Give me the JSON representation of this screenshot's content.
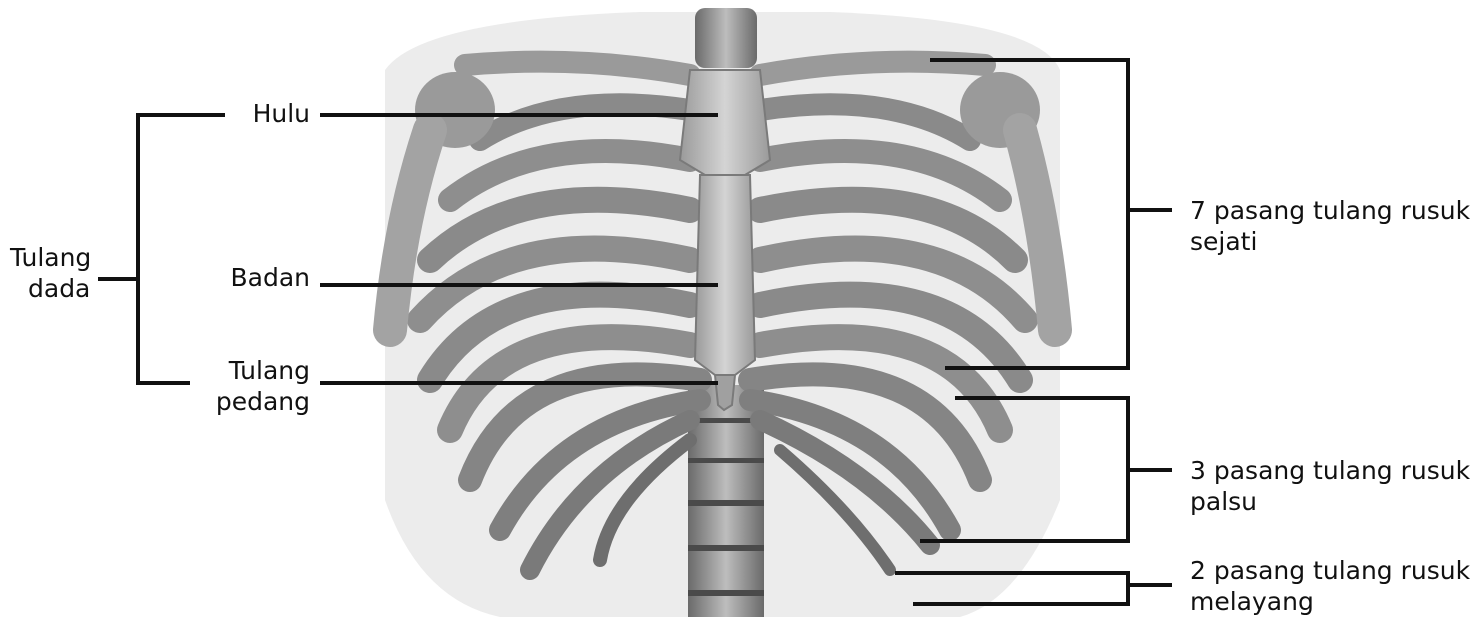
{
  "labels": {
    "hulu": "Hulu",
    "badan": "Badan",
    "tulang_pedang_l1": "Tulang",
    "tulang_pedang_l2": "pedang",
    "tulang_dada_l1": "Tulang",
    "tulang_dada_l2": "dada",
    "rusuk_sejati_l1": "7 pasang tulang rusuk",
    "rusuk_sejati_l2": "sejati",
    "rusuk_palsu_l1": "3 pasang tulang rusuk",
    "rusuk_palsu_l2": "palsu",
    "rusuk_melayang_l1": "2 pasang tulang rusuk",
    "rusuk_melayang_l2": "melayang"
  },
  "colors": {
    "bone": "#8e8e8e",
    "bone_light": "#cfcfcf",
    "bone_dark": "#5a5a5a",
    "body_silhouette": "#ececec",
    "leader_line": "#111111"
  }
}
